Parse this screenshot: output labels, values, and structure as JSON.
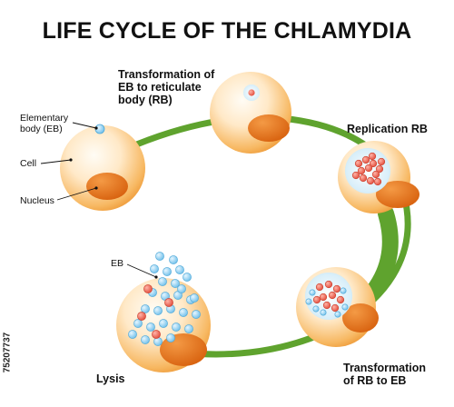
{
  "title": "LIFE CYCLE OF THE CHLAMYDIA",
  "stages": {
    "transformation_eb_rb": [
      "Transformation of",
      "EB to reticulate",
      "body (RB)"
    ],
    "replication": "Replication RB",
    "transformation_rb_eb": [
      "Transformation",
      "of RB to EB"
    ],
    "lysis": "Lysis"
  },
  "parts": {
    "elementary_body": [
      "Elementary",
      "body (EB)"
    ],
    "cell": "Cell",
    "nucleus": "Nucleus",
    "eb": "EB"
  },
  "watermark": "75207737",
  "colors": {
    "cell_light": "#FFF5E6",
    "cell_dark": "#F3A64A",
    "nucleus": "#E8731C",
    "cycle_green": "#5FA32E",
    "eb_blue": "#8FD0F0",
    "rb_red": "#F06A5A"
  }
}
